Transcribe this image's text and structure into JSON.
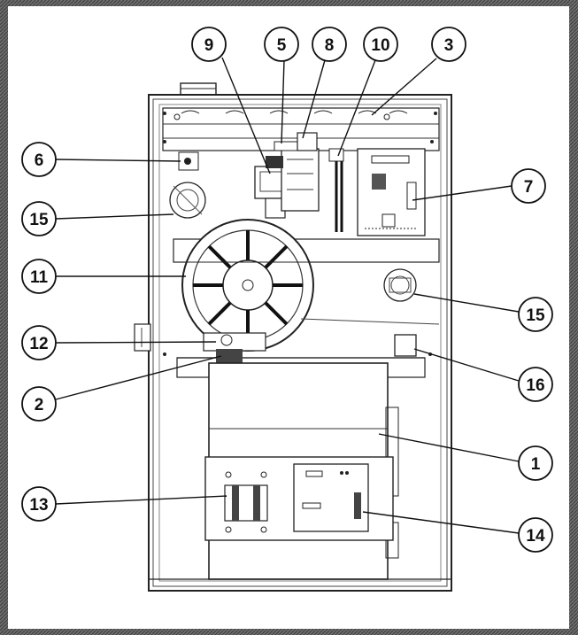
{
  "diagram": {
    "callouts": [
      {
        "id": "c9",
        "label": "9"
      },
      {
        "id": "c5",
        "label": "5"
      },
      {
        "id": "c8",
        "label": "8"
      },
      {
        "id": "c10",
        "label": "10"
      },
      {
        "id": "c3",
        "label": "3"
      },
      {
        "id": "c6",
        "label": "6"
      },
      {
        "id": "c7",
        "label": "7"
      },
      {
        "id": "c15a",
        "label": "15"
      },
      {
        "id": "c11",
        "label": "11"
      },
      {
        "id": "c15b",
        "label": "15"
      },
      {
        "id": "c12",
        "label": "12"
      },
      {
        "id": "c16",
        "label": "16"
      },
      {
        "id": "c2",
        "label": "2"
      },
      {
        "id": "c1",
        "label": "1"
      },
      {
        "id": "c13",
        "label": "13"
      },
      {
        "id": "c14",
        "label": "14"
      }
    ]
  }
}
